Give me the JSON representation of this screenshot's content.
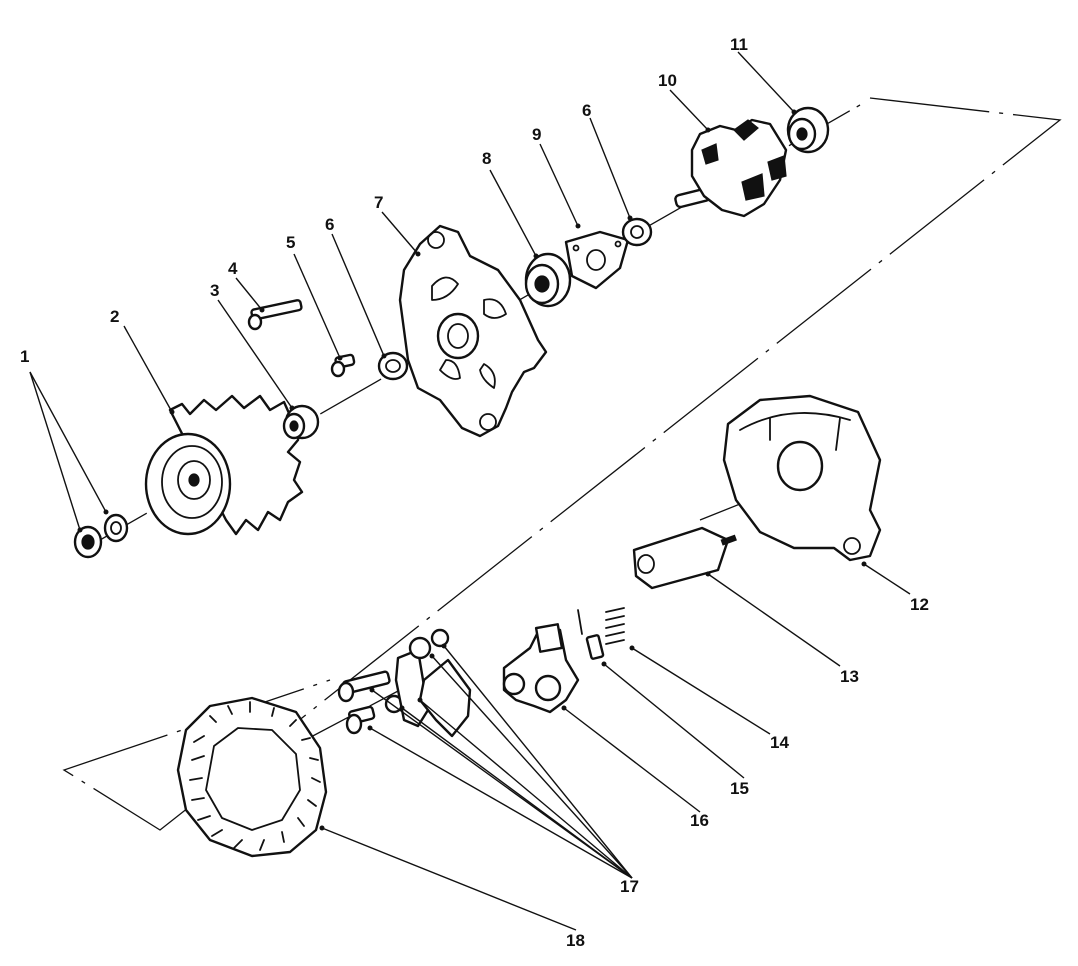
{
  "callouts": [
    "1",
    "2",
    "3",
    "4",
    "5",
    "6",
    "6",
    "7",
    "8",
    "9",
    "10",
    "11",
    "12",
    "13",
    "14",
    "15",
    "16",
    "17",
    "18"
  ],
  "colors": {
    "ink": "#111111",
    "paper": "#ffffff"
  }
}
